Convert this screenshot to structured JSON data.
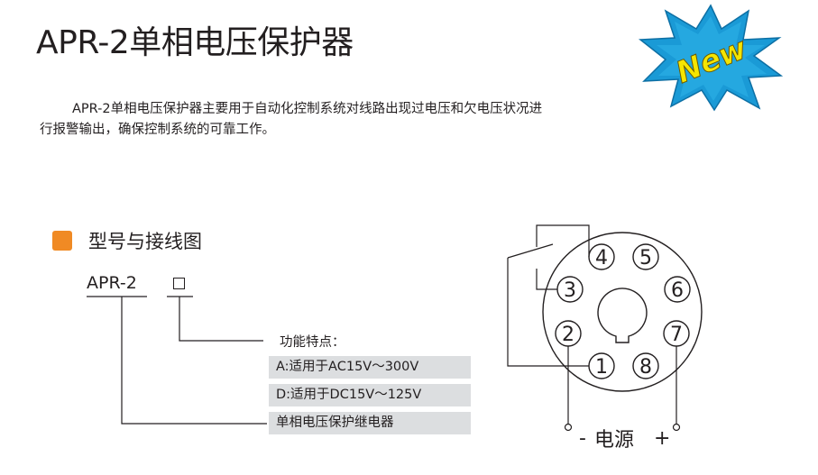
{
  "header": {
    "title": "APR-2单相电压保护器",
    "badge": "New",
    "intro": "APR-2单相电压保护器主要用于自动化控制系统对线路出现过电压和欠电压状况进行报警输出，确保控制系统的可靠工作。"
  },
  "section": {
    "title": "型号与接线图"
  },
  "model": {
    "name": "APR-2"
  },
  "features": {
    "label": "功能特点：",
    "options": [
      "A:适用于AC15V～300V",
      "D:适用于DC15V～125V"
    ],
    "type": "单相电压保护继电器"
  },
  "diagram": {
    "pins": [
      "1",
      "2",
      "3",
      "4",
      "5",
      "6",
      "7",
      "8"
    ],
    "supply_minus": "-",
    "supply_label": "电源",
    "supply_plus": "+"
  },
  "colors": {
    "marker": "#f08a24",
    "badge_star": "#1a9ad6",
    "badge_text": "#f5e500",
    "option_bg": "#dcdee0"
  }
}
